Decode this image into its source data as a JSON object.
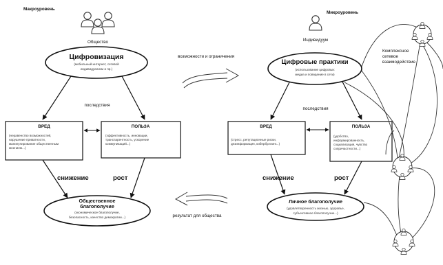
{
  "macro": {
    "level_label": "Макроуровень",
    "actor_label": "Общество",
    "top_title": "Цифровизация",
    "top_desc": [
      "(мобильный интернет, сетевой",
      "индивидуализм и пр.)"
    ],
    "consequences_label": "последствия",
    "harm_title": "ВРЕД",
    "harm_desc": [
      "(неравенство возможностей,",
      "нарушение приватности,",
      "манипулирование общественным",
      "мнением...)"
    ],
    "benefit_title": "ПОЛЬЗА",
    "benefit_desc": [
      "(эффективность, инновации,",
      "транспарентность, ускорение",
      "коммуникаций...)"
    ],
    "decrease_label": "снижение",
    "increase_label": "рост",
    "bottom_title": [
      "Общественное",
      "благополучие"
    ],
    "bottom_desc": [
      "(экономическое благополучие,",
      "безопасность, качество демократии...)"
    ]
  },
  "middle": {
    "forward_label": "возможности и ограничения",
    "backward_label": "результат для общества"
  },
  "micro": {
    "level_label": "Микроуровень",
    "actor_label": "Индивидуум",
    "top_title": "Цифровые практики",
    "top_desc": [
      "(использование цифровых",
      "медиа и поведение в сети)"
    ],
    "consequences_label": "последствия",
    "harm_title": "ВРЕД",
    "harm_desc": [
      "(стресс, репутационные риски,",
      "дезинформация, кибербуллинг...)"
    ],
    "benefit_title": "ПОЛЬЗА",
    "benefit_desc": [
      "(удобство,",
      "информированность,",
      "социализация, чувство",
      "сопричастности...)"
    ],
    "decrease_label": "снижение",
    "increase_label": "рост",
    "bottom_title": "Личное благополучие",
    "bottom_desc": [
      "(удовлетворенность жизнью, здоровье,",
      "субъективное благополучие...)"
    ]
  },
  "network": {
    "label": [
      "Комплексное",
      "сетевое",
      "взаимодействие"
    ]
  }
}
